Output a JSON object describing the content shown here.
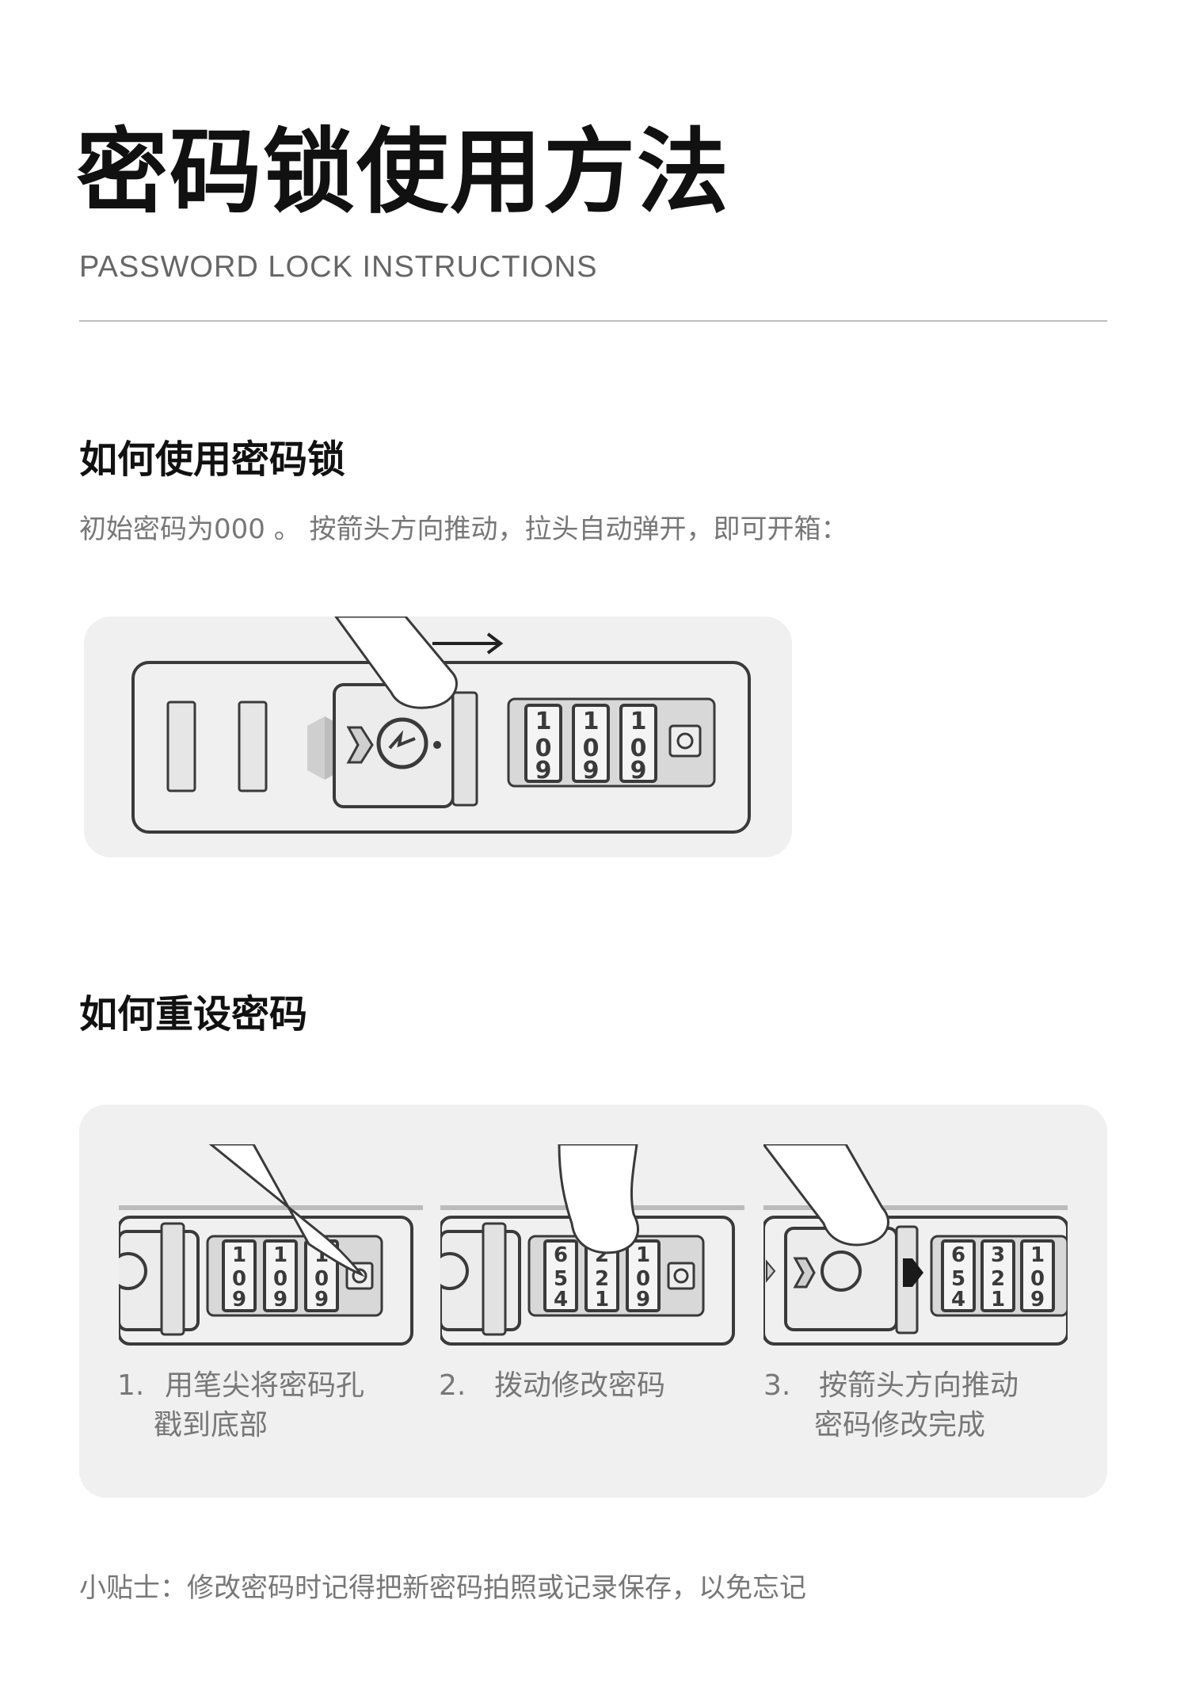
{
  "header": {
    "title": "密码锁使用方法",
    "subtitle": "PASSWORD LOCK INSTRUCTIONS"
  },
  "section_use": {
    "heading": "如何使用密码锁",
    "description": "初始密码为000 。 按箭头方向推动，拉头自动弹开，即可开箱："
  },
  "section_reset": {
    "heading": "如何重设密码",
    "steps": [
      {
        "number": "1.",
        "line1": "用笔尖将密码孔",
        "line2": "戳到底部"
      },
      {
        "number": "2.",
        "line1": "拨动修改密码",
        "line2": ""
      },
      {
        "number": "3.",
        "line1": "按箭头方向推动",
        "line2": "密码修改完成"
      }
    ]
  },
  "tip": "小贴士：修改密码时记得把新密码拍照或记录保存，以免忘记"
}
